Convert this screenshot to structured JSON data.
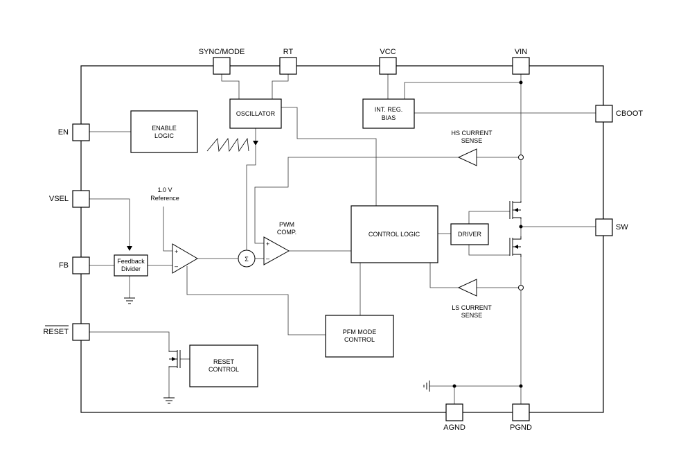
{
  "pins": {
    "sync_mode": "SYNC/MODE",
    "rt": "RT",
    "vcc": "VCC",
    "vin": "VIN",
    "en": "EN",
    "vsel": "VSEL",
    "fb": "FB",
    "reset": "RESET",
    "cboot": "CBOOT",
    "sw": "SW",
    "agnd": "AGND",
    "pgnd": "PGND"
  },
  "blocks": {
    "oscillator": "OSCILLATOR",
    "int_reg_bias": [
      "INT. REG.",
      "BIAS"
    ],
    "enable_logic": [
      "ENABLE",
      "LOGIC"
    ],
    "feedback_divider": [
      "Feedback",
      "Divider"
    ],
    "control_logic": "CONTROL LOGIC",
    "driver": "DRIVER",
    "pfm_mode_control": [
      "PFM MODE",
      "CONTROL"
    ],
    "reset_control": [
      "RESET",
      "CONTROL"
    ]
  },
  "labels": {
    "reference": [
      "1.0 V",
      "Reference"
    ],
    "pwm_comp": [
      "PWM",
      "COMP."
    ],
    "hs_current_sense": [
      "HS CURRENT",
      "SENSE"
    ],
    "ls_current_sense": [
      "LS CURRENT",
      "SENSE"
    ],
    "sigma": "Σ",
    "plus": "+",
    "minus": "–"
  }
}
